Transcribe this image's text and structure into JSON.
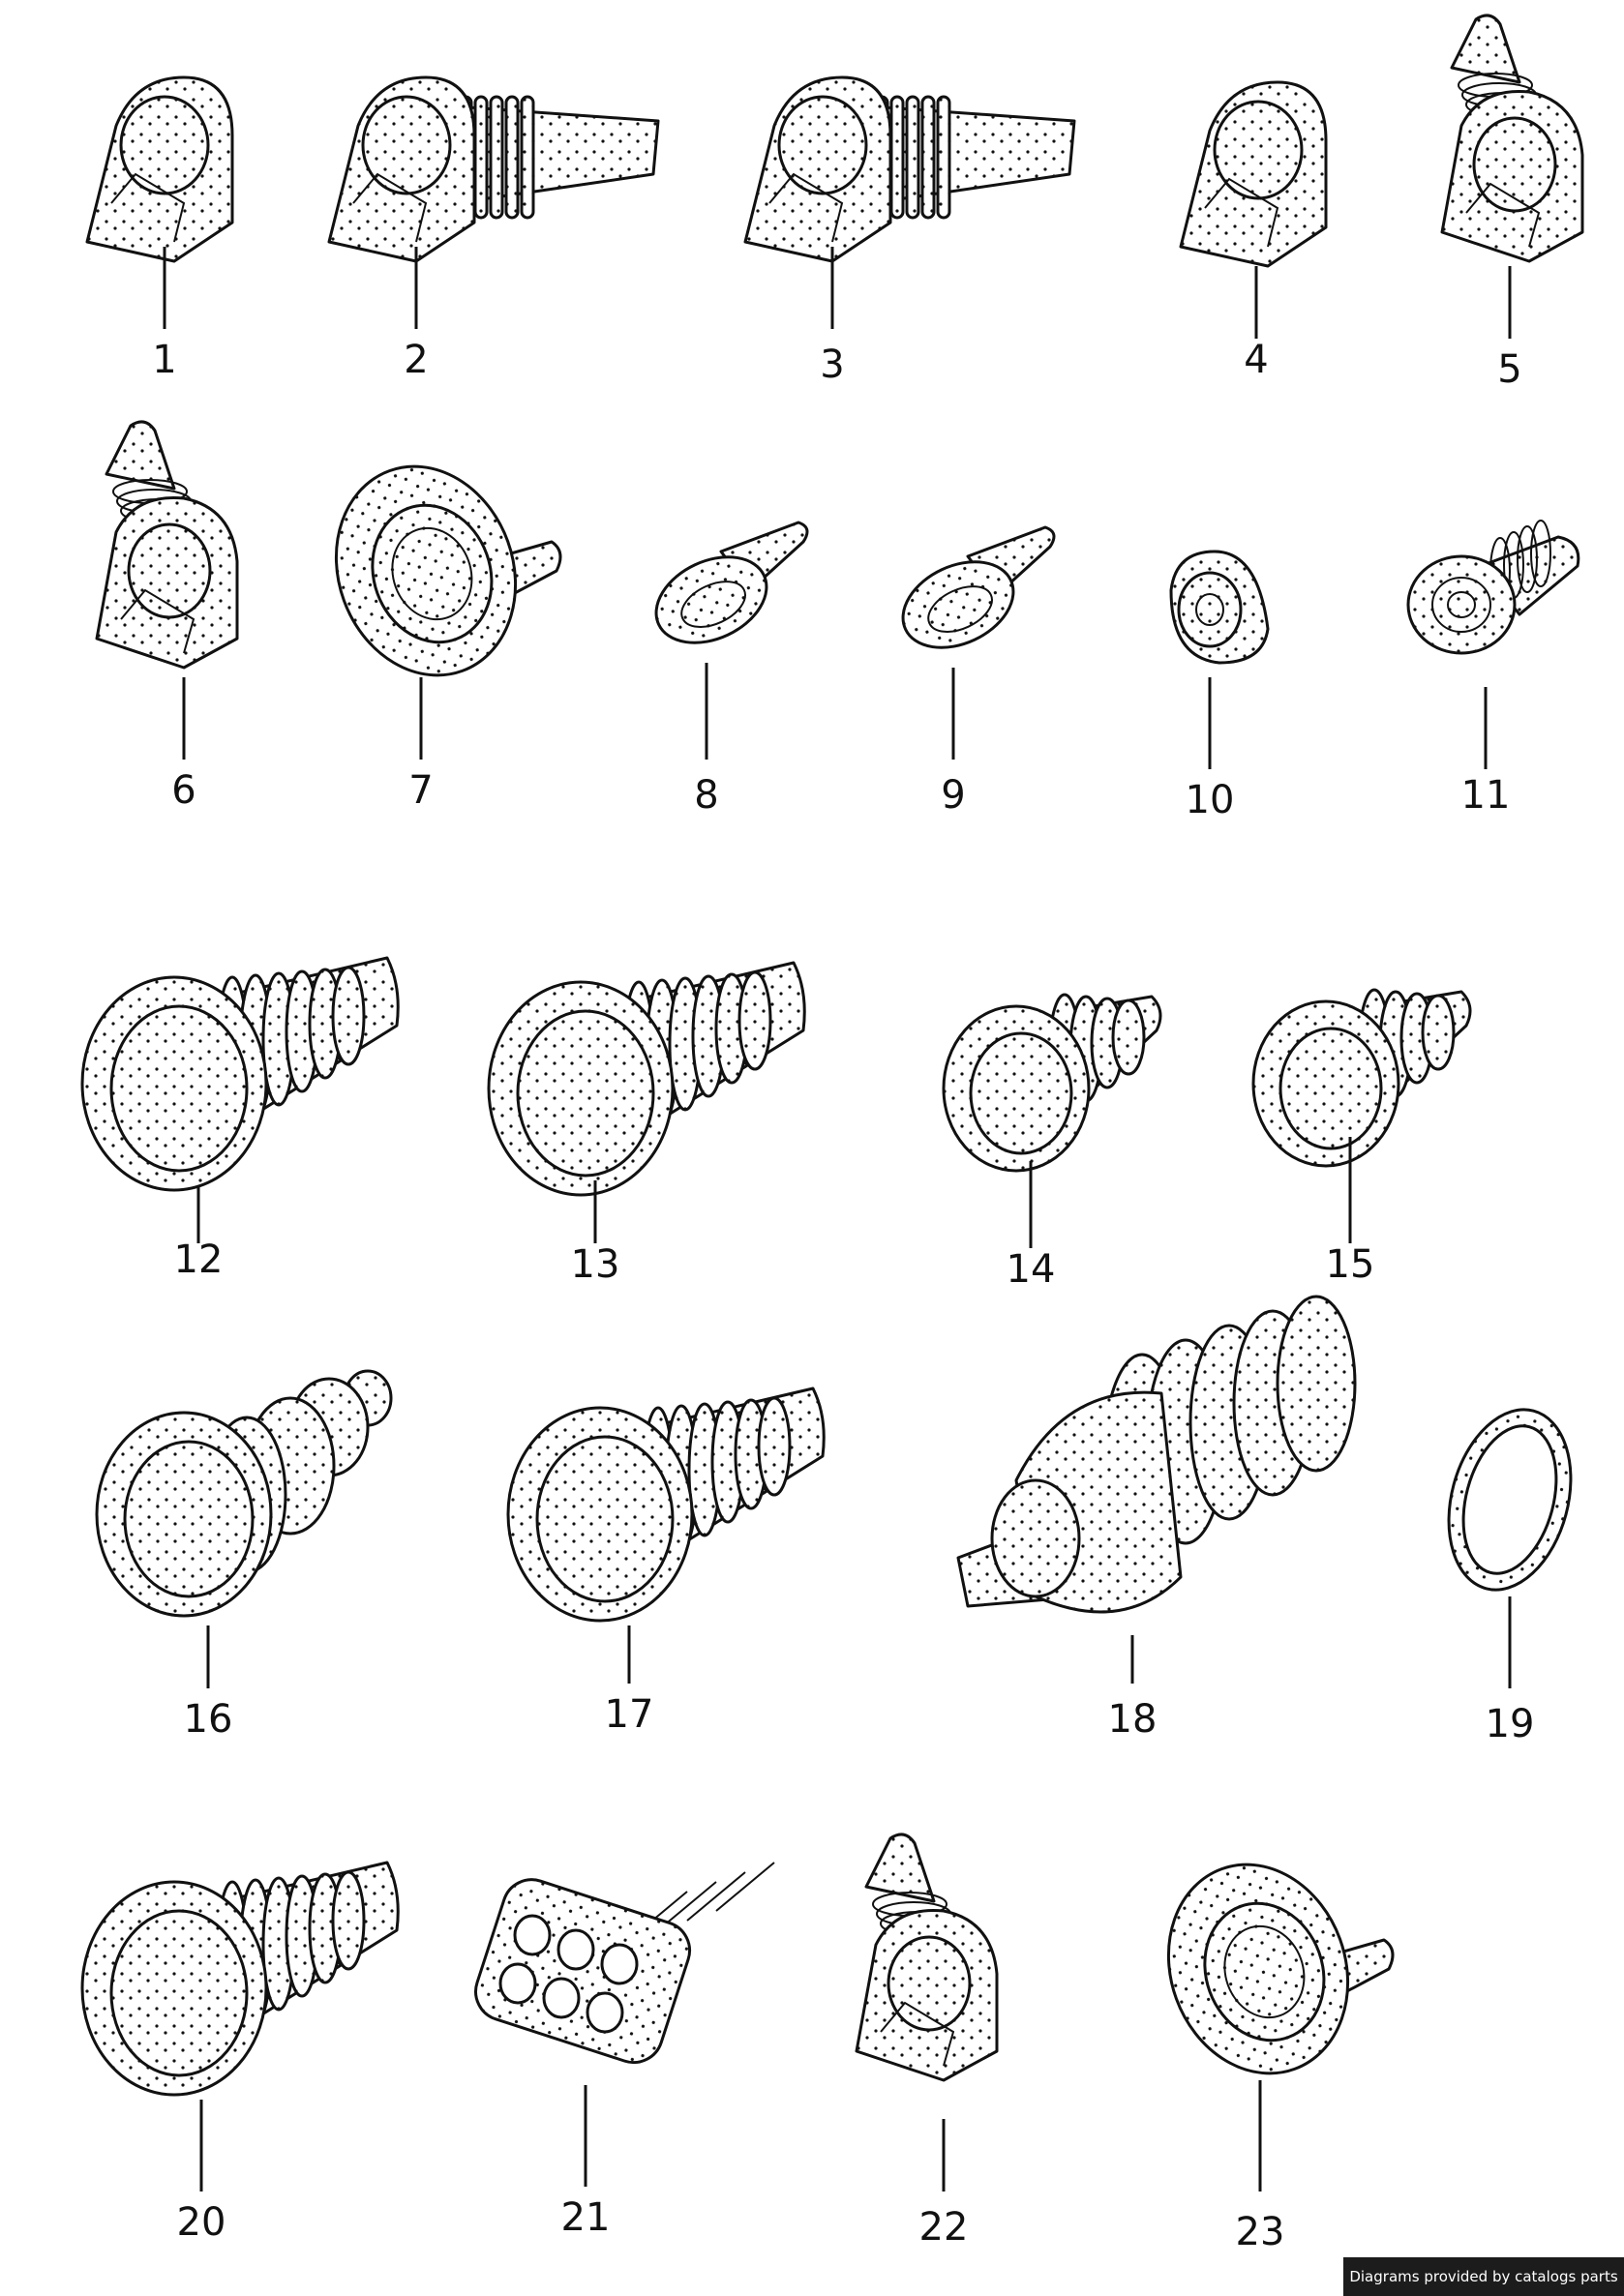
{
  "parts": [
    {
      "label": "1",
      "shape": "grommet-plain"
    },
    {
      "label": "2",
      "shape": "grommet-sleeve"
    },
    {
      "label": "3",
      "shape": "grommet-sleeve"
    },
    {
      "label": "4",
      "shape": "grommet-plain"
    },
    {
      "label": "5",
      "shape": "grommet-nozzle-up"
    },
    {
      "label": "6",
      "shape": "grommet-nozzle-up"
    },
    {
      "label": "7",
      "shape": "flange-spout"
    },
    {
      "label": "8",
      "shape": "oval-spout"
    },
    {
      "label": "9",
      "shape": "oval-spout"
    },
    {
      "label": "10",
      "shape": "cup"
    },
    {
      "label": "11",
      "shape": "stepped-grommet"
    },
    {
      "label": "12",
      "shape": "bellows-cone"
    },
    {
      "label": "13",
      "shape": "bellows-cone"
    },
    {
      "label": "14",
      "shape": "bellows-short"
    },
    {
      "label": "15",
      "shape": "bellows-short"
    },
    {
      "label": "16",
      "shape": "bellows-bulb"
    },
    {
      "label": "17",
      "shape": "bellows-cone"
    },
    {
      "label": "18",
      "shape": "bellows-large"
    },
    {
      "label": "19",
      "shape": "ring"
    },
    {
      "label": "20",
      "shape": "bellows-cone"
    },
    {
      "label": "21",
      "shape": "multi-plug"
    },
    {
      "label": "22",
      "shape": "grommet-nozzle-up"
    },
    {
      "label": "23",
      "shape": "flange-spout"
    }
  ],
  "footer": {
    "credit": "Diagrams provided by catalogs parts"
  }
}
